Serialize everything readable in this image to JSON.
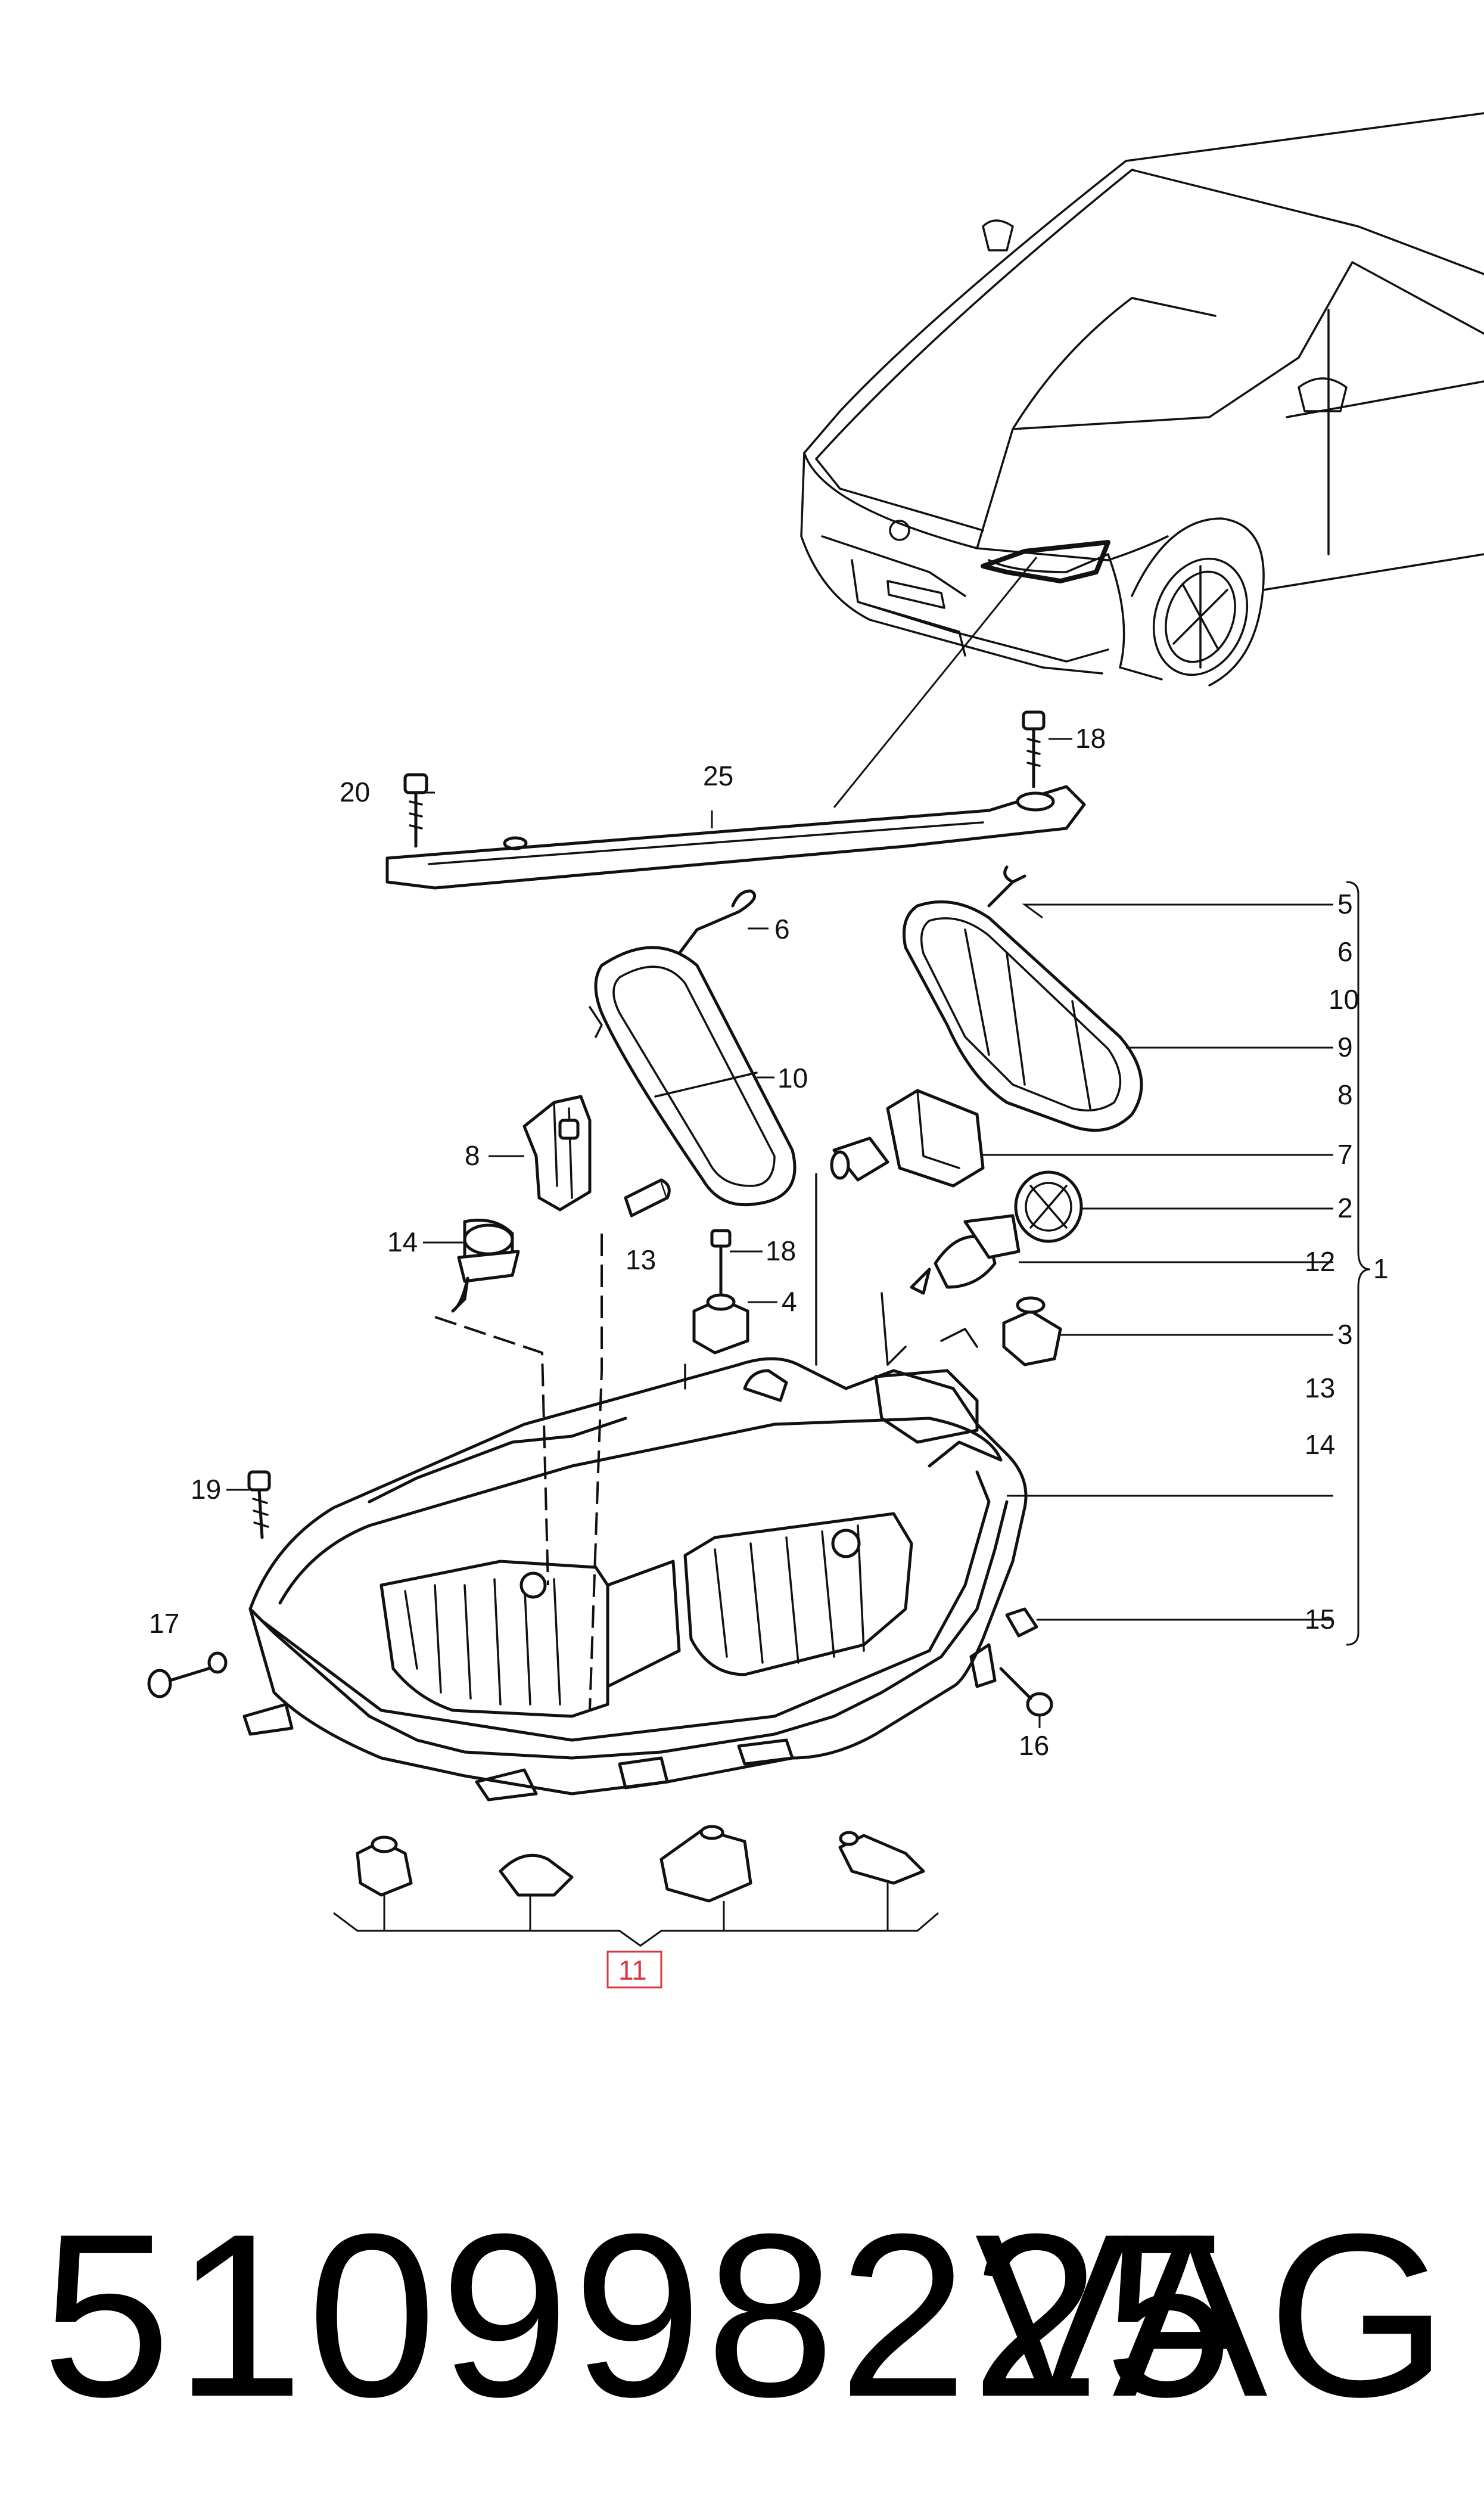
{
  "diagram": {
    "callouts": {
      "c1": "1",
      "c2": "2",
      "c3": "3",
      "c4": "4",
      "c5": "5",
      "c6a": "6",
      "c6b": "6",
      "c7": "7",
      "c8a": "8",
      "c8b": "8",
      "c9": "9",
      "c10a": "10",
      "c10b": "10",
      "c11": "11",
      "c12": "12",
      "c13a": "13",
      "c13b": "13",
      "c14a": "14",
      "c14b": "14",
      "c15": "15",
      "c16": "16",
      "c17": "17",
      "c18a": "18",
      "c18b": "18",
      "c19": "19",
      "c20": "20",
      "c25": "25"
    },
    "highlight_color": "#d9363e"
  },
  "footer": {
    "part_number": "510998225",
    "brand": "VAG"
  }
}
